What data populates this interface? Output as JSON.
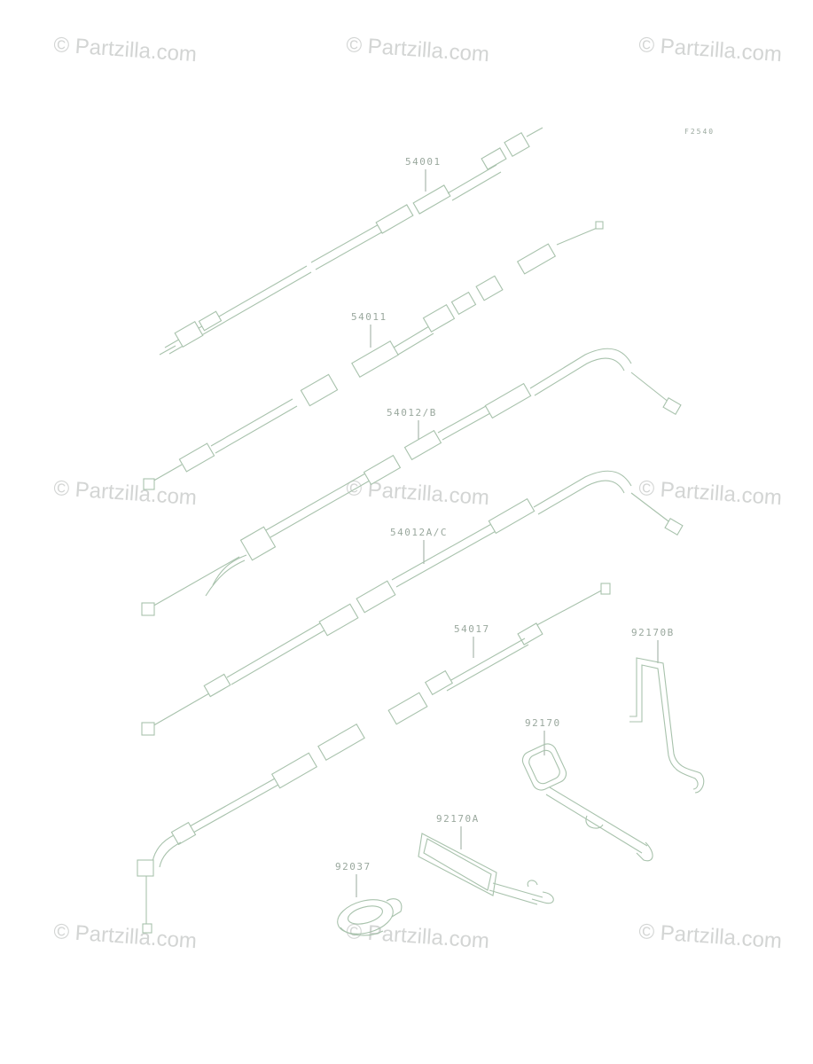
{
  "diagram": {
    "code": "F2540",
    "watermark_text": "© Partzilla.com",
    "parts": [
      {
        "id": "54001"
      },
      {
        "id": "54011"
      },
      {
        "id": "54012/B"
      },
      {
        "id": "54012A/C"
      },
      {
        "id": "54017"
      },
      {
        "id": "92170B"
      },
      {
        "id": "92170"
      },
      {
        "id": "92170A"
      },
      {
        "id": "92037"
      }
    ]
  },
  "colors": {
    "line": "#a8c2ac",
    "label": "#9aa89e",
    "watermark": "#d3d5d4",
    "background": "#ffffff"
  }
}
